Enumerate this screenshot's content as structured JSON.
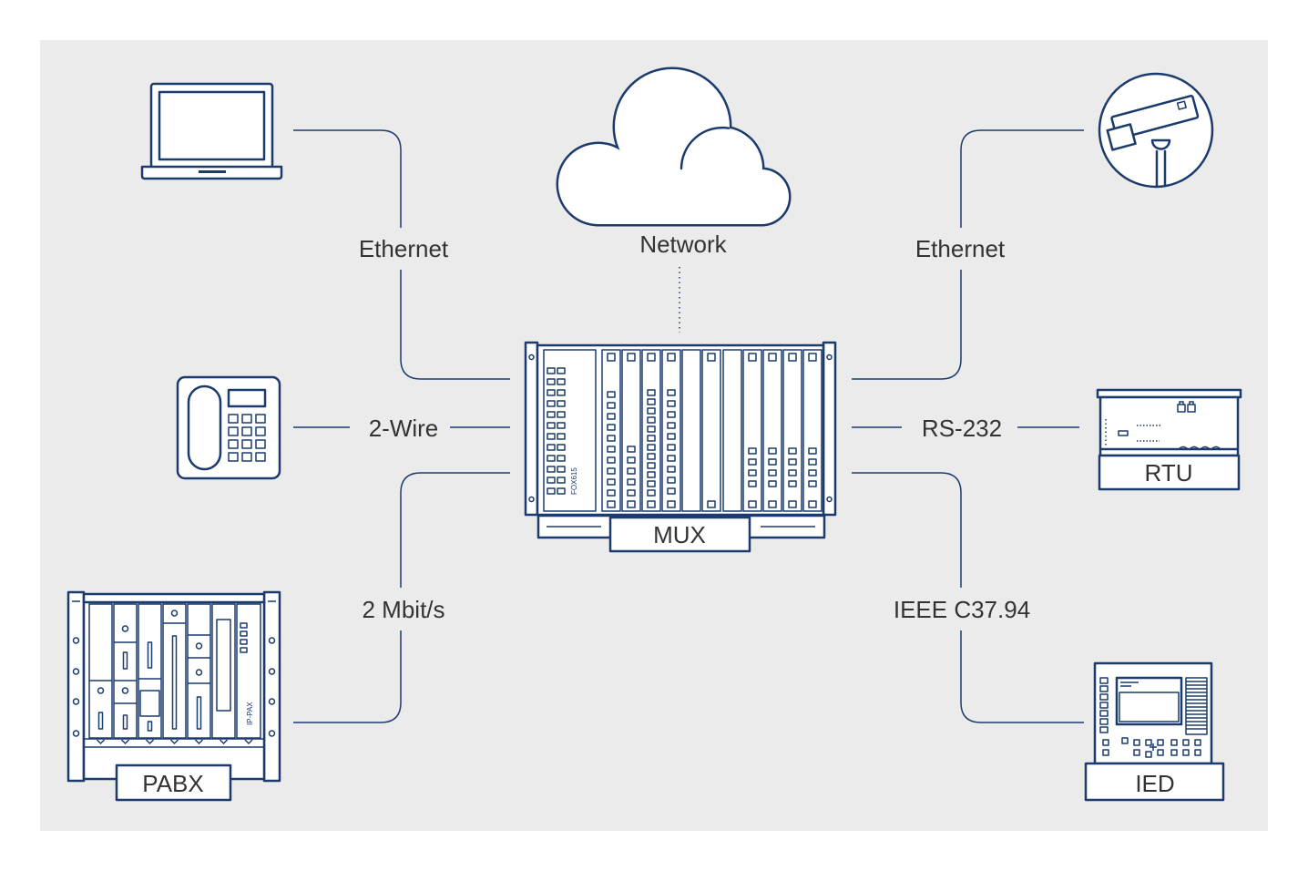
{
  "colors": {
    "line": "#1c3b6d",
    "background": "#ebebeb",
    "canvas": "#ffffff",
    "text": "#333333",
    "device_fill": "#ffffff"
  },
  "network": {
    "label": "Network",
    "icon": "cloud-icon"
  },
  "devices": {
    "laptop": {
      "icon": "laptop-icon"
    },
    "phone": {
      "icon": "phone-icon"
    },
    "pabx": {
      "label": "PABX",
      "module_text": "IP-PAX",
      "icon": "rack-icon"
    },
    "mux": {
      "label": "MUX",
      "module_text": "FOX615",
      "icon": "rack-icon"
    },
    "camera": {
      "icon": "camera-icon"
    },
    "rtu": {
      "label": "RTU",
      "icon": "rtu-icon"
    },
    "ied": {
      "label": "IED",
      "icon": "ied-icon"
    }
  },
  "links": {
    "laptop_mux": "Ethernet",
    "phone_mux": "2-Wire",
    "pabx_mux": "2 Mbit/s",
    "camera_mux": "Ethernet",
    "rtu_mux": "RS-232",
    "ied_mux": "IEEE C37.94"
  }
}
